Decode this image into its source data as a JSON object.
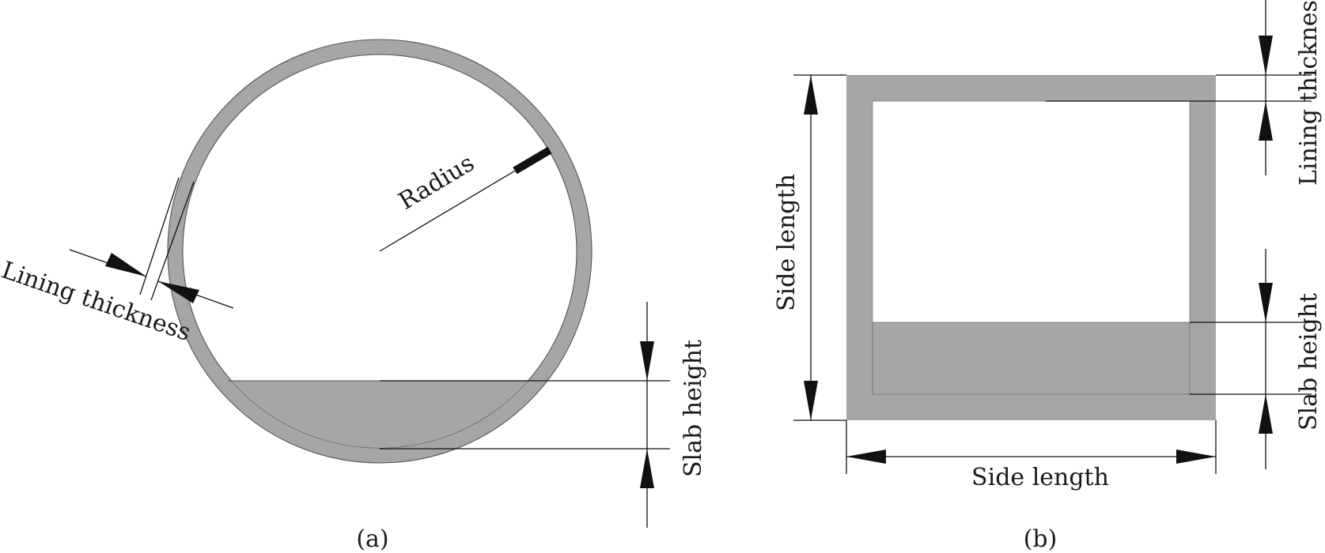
{
  "colors": {
    "lining": "#a6a6a6",
    "line": "#111111",
    "background": "#ffffff"
  },
  "figure_a": {
    "caption": "(a)",
    "radius_label": "Radius",
    "lining_thickness_label": "Lining thickness",
    "slab_height_label": "Slab height"
  },
  "figure_b": {
    "caption": "(b)",
    "side_length_vertical_label": "Side length",
    "side_length_horizontal_label": "Side length",
    "lining_thickness_label": "Lining thickness",
    "slab_height_label": "Slab height"
  }
}
